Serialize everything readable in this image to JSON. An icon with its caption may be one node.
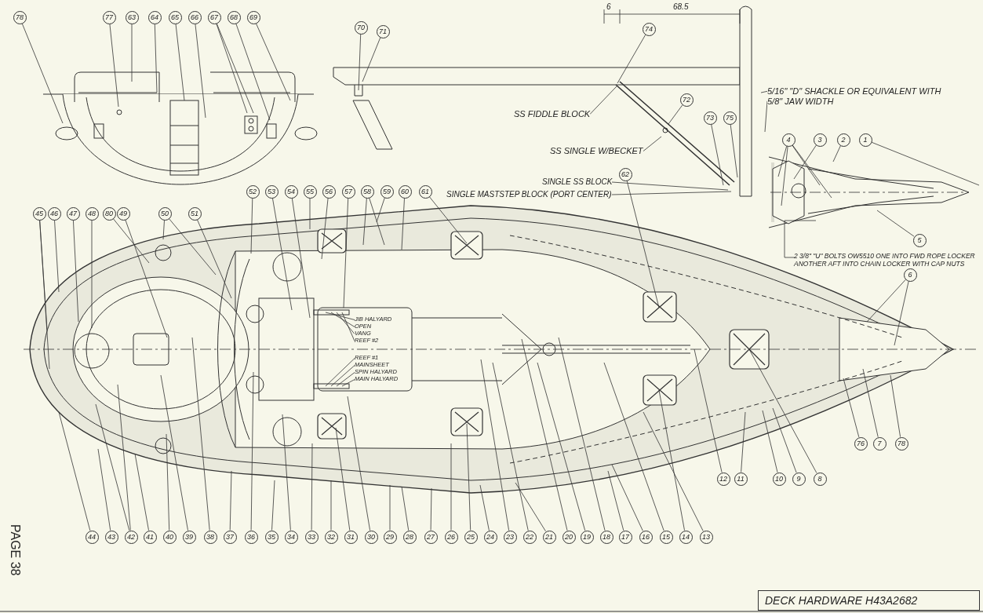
{
  "diagram": {
    "nodes": [
      {
        "text": [
          "78"
        ]
      },
      {
        "text": [
          "77"
        ]
      },
      {
        "text": [
          "63"
        ]
      },
      {
        "text": [
          "64"
        ]
      },
      {
        "text": [
          "65"
        ]
      },
      {
        "text": [
          "66"
        ]
      },
      {
        "text": [
          "67"
        ]
      },
      {
        "text": [
          "68"
        ]
      },
      {
        "text": [
          "69"
        ]
      },
      {
        "text": [
          "70"
        ]
      },
      {
        "text": [
          "71"
        ]
      },
      {
        "text": [
          "SS FIDDLE BLOCK"
        ]
      },
      {
        "text": [
          "74"
        ]
      },
      {
        "text": [
          "72"
        ]
      },
      {
        "text": [
          "SS SINGLE W/BECKET"
        ]
      },
      {
        "text": [
          "73"
        ]
      },
      {
        "text": [
          "75"
        ]
      },
      {
        "text": [
          "5/16\" \"D\" SHACKLE OR EQUIVALENT WITH 5/8\" JAW WIDTH"
        ]
      },
      {
        "text": [
          "SINGLE SS BLOCK"
        ]
      },
      {
        "text": [
          "SINGLE MASTSTEP BLOCK (PORT CENTER)"
        ]
      },
      {
        "text": [
          "4"
        ]
      },
      {
        "text": [
          "3"
        ]
      },
      {
        "text": [
          "2"
        ]
      },
      {
        "text": [
          "1"
        ]
      },
      {
        "text": [
          "5"
        ]
      },
      {
        "text": [
          "2 3/8\" \"U\" BOLTS OW5510 ONE INTO FWD ROPE LOCKER ANOTHER AFT INTO CHAIN LOCKER WITH CAP NUTS"
        ]
      },
      {
        "text": [
          "45"
        ]
      },
      {
        "text": [
          "46"
        ]
      },
      {
        "text": [
          "47"
        ]
      },
      {
        "text": [
          "48"
        ]
      },
      {
        "text": [
          "80"
        ]
      },
      {
        "text": [
          "49"
        ]
      },
      {
        "text": [
          "50"
        ]
      },
      {
        "text": [
          "51"
        ]
      },
      {
        "text": [
          "52"
        ]
      },
      {
        "text": [
          "53"
        ]
      },
      {
        "text": [
          "54"
        ]
      },
      {
        "text": [
          "55"
        ]
      },
      {
        "text": [
          "56"
        ]
      },
      {
        "text": [
          "57"
        ]
      },
      {
        "text": [
          "58"
        ]
      },
      {
        "text": [
          "59"
        ]
      },
      {
        "text": [
          "60"
        ]
      },
      {
        "text": [
          "61"
        ]
      },
      {
        "text": [
          "JIB HALYARD"
        ]
      },
      {
        "text": [
          "OPEN"
        ]
      },
      {
        "text": [
          "VANG"
        ]
      },
      {
        "text": [
          "REEF #2"
        ]
      },
      {
        "text": [
          "REEF #1"
        ]
      },
      {
        "text": [
          "MAINSHEET"
        ]
      },
      {
        "text": [
          "SPIN HALYARD"
        ]
      },
      {
        "text": [
          "MAIN HALYARD"
        ]
      },
      {
        "text": [
          "62"
        ]
      },
      {
        "text": [
          "6"
        ]
      },
      {
        "text": [
          "76"
        ]
      },
      {
        "text": [
          "7"
        ]
      },
      {
        "text": [
          "78"
        ]
      },
      {
        "text": [
          "12"
        ]
      },
      {
        "text": [
          "11"
        ]
      },
      {
        "text": [
          "10"
        ]
      },
      {
        "text": [
          "9"
        ]
      },
      {
        "text": [
          "8"
        ]
      },
      {
        "text": [
          "44"
        ]
      },
      {
        "text": [
          "43"
        ]
      },
      {
        "text": [
          "42"
        ]
      },
      {
        "text": [
          "41"
        ]
      },
      {
        "text": [
          "40"
        ]
      },
      {
        "text": [
          "39"
        ]
      },
      {
        "text": [
          "38"
        ]
      },
      {
        "text": [
          "37"
        ]
      },
      {
        "text": [
          "36"
        ]
      },
      {
        "text": [
          "35"
        ]
      },
      {
        "text": [
          "34"
        ]
      },
      {
        "text": [
          "33"
        ]
      },
      {
        "text": [
          "32"
        ]
      },
      {
        "text": [
          "31"
        ]
      },
      {
        "text": [
          "30"
        ]
      },
      {
        "text": [
          "29"
        ]
      },
      {
        "text": [
          "28"
        ]
      },
      {
        "text": [
          "27"
        ]
      },
      {
        "text": [
          "26"
        ]
      },
      {
        "text": [
          "25"
        ]
      },
      {
        "text": [
          "24"
        ]
      },
      {
        "text": [
          "23"
        ]
      },
      {
        "text": [
          "22"
        ]
      },
      {
        "text": [
          "21"
        ]
      },
      {
        "text": [
          "20"
        ]
      },
      {
        "text": [
          "19"
        ]
      },
      {
        "text": [
          "18"
        ]
      },
      {
        "text": [
          "17"
        ]
      },
      {
        "text": [
          "16"
        ]
      },
      {
        "text": [
          "15"
        ]
      },
      {
        "text": [
          "14"
        ]
      },
      {
        "text": [
          "13"
        ]
      }
    ],
    "edges": [
      {
        "from": 0,
        "to": null,
        "arrow": "none"
      },
      {
        "from": 1,
        "to": null,
        "arrow": "none"
      },
      {
        "from": 2,
        "to": null,
        "arrow": "none"
      },
      {
        "from": 3,
        "to": null,
        "arrow": "none"
      },
      {
        "from": 4,
        "to": null,
        "arrow": "none"
      },
      {
        "from": 5,
        "to": null,
        "arrow": "none"
      },
      {
        "from": 6,
        "to": null,
        "arrow": "none"
      },
      {
        "from": 6,
        "to": null,
        "arrow": "none"
      },
      {
        "from": 7,
        "to": null,
        "arrow": "none"
      },
      {
        "from": 8,
        "to": null,
        "arrow": "none"
      },
      {
        "from": 9,
        "to": null,
        "arrow": "none"
      },
      {
        "from": 10,
        "to": null,
        "arrow": "none"
      },
      {
        "from": 11,
        "to": null,
        "arrow": "none"
      },
      {
        "from": 12,
        "to": null,
        "arrow": "none"
      },
      {
        "from": 13,
        "to": null,
        "arrow": "none"
      },
      {
        "from": 14,
        "to": null,
        "arrow": "none"
      },
      {
        "from": 15,
        "to": null,
        "arrow": "none"
      },
      {
        "from": 16,
        "to": null,
        "arrow": "none"
      },
      {
        "from": 17,
        "to": null,
        "arrow": "none"
      },
      {
        "from": 17,
        "to": null,
        "arrow": "none"
      },
      {
        "from": 18,
        "to": null,
        "arrow": "none"
      },
      {
        "from": 19,
        "to": null,
        "arrow": "none"
      },
      {
        "from": 20,
        "to": null,
        "arrow": "none"
      },
      {
        "from": 20,
        "to": null,
        "arrow": "none"
      },
      {
        "from": 20,
        "to": null,
        "arrow": "none"
      },
      {
        "from": 20,
        "to": null,
        "arrow": "none"
      },
      {
        "from": 21,
        "to": null,
        "arrow": "none"
      },
      {
        "from": 22,
        "to": null,
        "arrow": "none"
      },
      {
        "from": 23,
        "to": null,
        "arrow": "none"
      },
      {
        "from": 24,
        "to": null,
        "arrow": "none"
      },
      {
        "from": 25,
        "to": null,
        "arrow": "none"
      },
      {
        "from": 26,
        "to": null,
        "arrow": "none"
      },
      {
        "from": 26,
        "to": null,
        "arrow": "none"
      },
      {
        "from": 27,
        "to": null,
        "arrow": "none"
      },
      {
        "from": 28,
        "to": null,
        "arrow": "none"
      },
      {
        "from": 29,
        "to": null,
        "arrow": "none"
      },
      {
        "from": 30,
        "to": null,
        "arrow": "none"
      },
      {
        "from": 31,
        "to": null,
        "arrow": "none"
      },
      {
        "from": 32,
        "to": null,
        "arrow": "none"
      },
      {
        "from": 32,
        "to": null,
        "arrow": "none"
      },
      {
        "from": 33,
        "to": null,
        "arrow": "none"
      },
      {
        "from": 34,
        "to": null,
        "arrow": "none"
      },
      {
        "from": 35,
        "to": null,
        "arrow": "none"
      },
      {
        "from": 36,
        "to": null,
        "arrow": "none"
      },
      {
        "from": 37,
        "to": null,
        "arrow": "none"
      },
      {
        "from": 38,
        "to": null,
        "arrow": "none"
      },
      {
        "from": 39,
        "to": null,
        "arrow": "none"
      },
      {
        "from": 40,
        "to": null,
        "arrow": "none"
      },
      {
        "from": 40,
        "to": null,
        "arrow": "none"
      },
      {
        "from": 41,
        "to": null,
        "arrow": "none"
      },
      {
        "from": 42,
        "to": null,
        "arrow": "none"
      },
      {
        "from": 43,
        "to": null,
        "arrow": "none"
      },
      {
        "from": 44,
        "to": null,
        "arrow": "none"
      },
      {
        "from": 45,
        "to": null,
        "arrow": "none"
      },
      {
        "from": 46,
        "to": null,
        "arrow": "none"
      },
      {
        "from": 47,
        "to": null,
        "arrow": "none"
      },
      {
        "from": 48,
        "to": null,
        "arrow": "none"
      },
      {
        "from": 49,
        "to": null,
        "arrow": "none"
      },
      {
        "from": 50,
        "to": null,
        "arrow": "none"
      },
      {
        "from": 51,
        "to": null,
        "arrow": "none"
      },
      {
        "from": 52,
        "to": null,
        "arrow": "none"
      },
      {
        "from": 53,
        "to": null,
        "arrow": "none"
      },
      {
        "from": 53,
        "to": null,
        "arrow": "none"
      },
      {
        "from": 54,
        "to": null,
        "arrow": "none"
      },
      {
        "from": 55,
        "to": null,
        "arrow": "none"
      },
      {
        "from": 56,
        "to": null,
        "arrow": "none"
      },
      {
        "from": 57,
        "to": null,
        "arrow": "none"
      },
      {
        "from": 58,
        "to": null,
        "arrow": "none"
      },
      {
        "from": 59,
        "to": null,
        "arrow": "none"
      },
      {
        "from": 60,
        "to": null,
        "arrow": "none"
      },
      {
        "from": 61,
        "to": null,
        "arrow": "none"
      },
      {
        "from": 62,
        "to": null,
        "arrow": "none"
      },
      {
        "from": 63,
        "to": null,
        "arrow": "none"
      },
      {
        "from": 64,
        "to": null,
        "arrow": "none"
      },
      {
        "from": 64,
        "to": null,
        "arrow": "none"
      },
      {
        "from": 65,
        "to": null,
        "arrow": "none"
      },
      {
        "from": 66,
        "to": null,
        "arrow": "none"
      },
      {
        "from": 67,
        "to": null,
        "arrow": "none"
      },
      {
        "from": 68,
        "to": null,
        "arrow": "none"
      },
      {
        "from": 69,
        "to": null,
        "arrow": "none"
      },
      {
        "from": 70,
        "to": null,
        "arrow": "none"
      },
      {
        "from": 71,
        "to": null,
        "arrow": "none"
      },
      {
        "from": 72,
        "to": null,
        "arrow": "none"
      },
      {
        "from": 73,
        "to": null,
        "arrow": "none"
      },
      {
        "from": 74,
        "to": null,
        "arrow": "none"
      },
      {
        "from": 75,
        "to": null,
        "arrow": "none"
      },
      {
        "from": 76,
        "to": null,
        "arrow": "none"
      },
      {
        "from": 77,
        "to": null,
        "arrow": "none"
      },
      {
        "from": 78,
        "to": null,
        "arrow": "none"
      },
      {
        "from": 79,
        "to": null,
        "arrow": "none"
      },
      {
        "from": 80,
        "to": null,
        "arrow": "none"
      },
      {
        "from": 81,
        "to": null,
        "arrow": "none"
      },
      {
        "from": 82,
        "to": null,
        "arrow": "none"
      },
      {
        "from": 83,
        "to": null,
        "arrow": "none"
      },
      {
        "from": 84,
        "to": null,
        "arrow": "none"
      },
      {
        "from": 85,
        "to": null,
        "arrow": "none"
      },
      {
        "from": 86,
        "to": null,
        "arrow": "none"
      },
      {
        "from": 87,
        "to": null,
        "arrow": "none"
      },
      {
        "from": 88,
        "to": null,
        "arrow": "none"
      },
      {
        "from": 89,
        "to": null,
        "arrow": "none"
      },
      {
        "from": 90,
        "to": null,
        "arrow": "none"
      },
      {
        "from": 91,
        "to": null,
        "arrow": "none"
      },
      {
        "from": 92,
        "to": null,
        "arrow": "none"
      },
      {
        "from": 93,
        "to": null,
        "arrow": "none"
      }
    ],
    "labels": [
      "6",
      "68.5",
      "PAGE 38",
      "DECK HARDWARE H43A2682"
    ]
  }
}
